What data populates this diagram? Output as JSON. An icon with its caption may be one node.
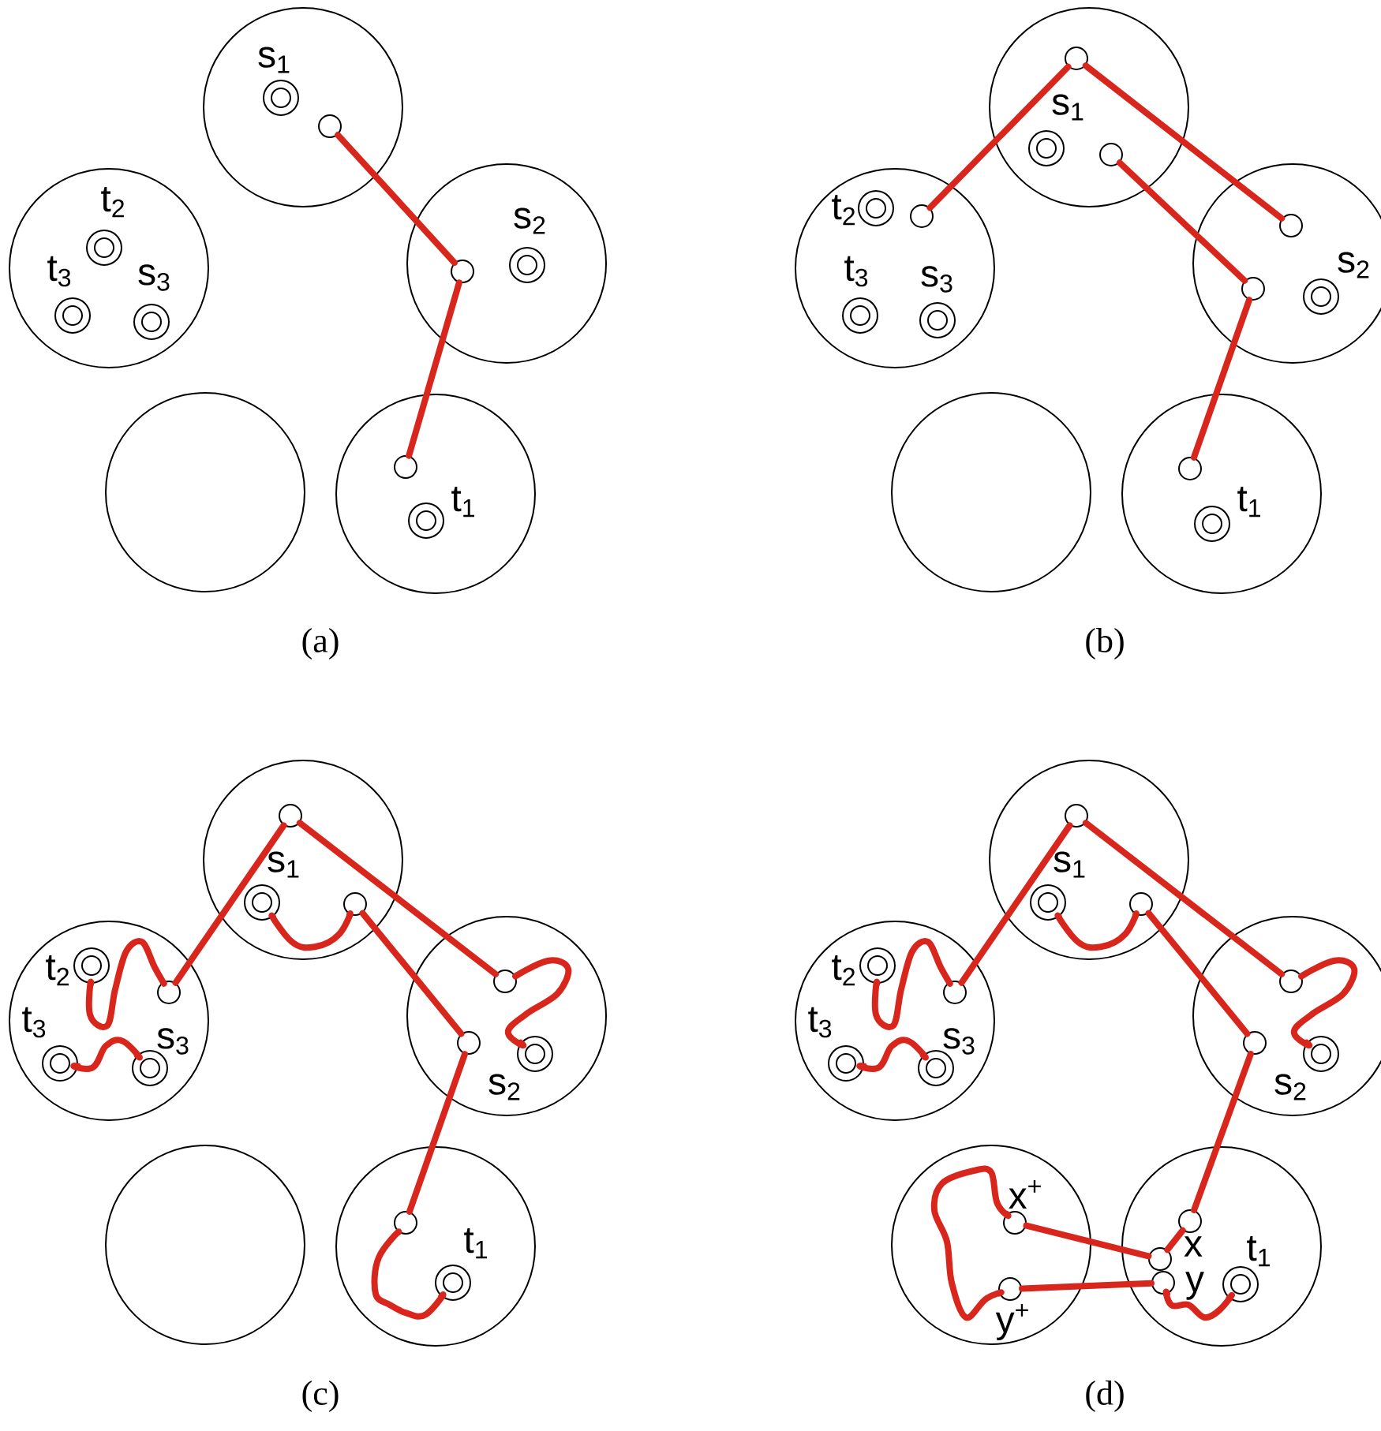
{
  "diagram": {
    "nodes": [
      {
        "text": [],
        "shape": "circle"
      },
      {
        "text": [],
        "shape": "circle"
      },
      {
        "text": [],
        "shape": "circle"
      },
      {
        "text": [],
        "shape": "circle"
      },
      {
        "text": [],
        "shape": "circle"
      },
      {
        "text": [
          "s$_{1}$"
        ],
        "in": 0
      },
      {
        "text": [],
        "shape": "circle",
        "in": 0
      },
      {
        "text": [
          "t$_{2}$"
        ],
        "in": 1
      },
      {
        "text": [
          "t$_{3}$"
        ],
        "in": 1
      },
      {
        "text": [
          "s$_{3}$"
        ],
        "in": 1
      },
      {
        "text": [],
        "shape": "circle",
        "in": 2
      },
      {
        "text": [
          "s$_{2}$"
        ],
        "in": 2
      },
      {
        "text": [],
        "shape": "circle",
        "in": 4
      },
      {
        "text": [
          "t$_{1}$"
        ],
        "in": 4
      },
      {
        "text": [],
        "shape": "circle"
      },
      {
        "text": [],
        "shape": "circle"
      },
      {
        "text": [],
        "shape": "circle"
      },
      {
        "text": [],
        "shape": "circle"
      },
      {
        "text": [],
        "shape": "circle"
      },
      {
        "text": [],
        "shape": "circle",
        "in": 14
      },
      {
        "text": [
          "s$_{1}$"
        ],
        "in": 14
      },
      {
        "text": [],
        "shape": "circle",
        "in": 14
      },
      {
        "text": [
          "t$_{2}$"
        ],
        "in": 15
      },
      {
        "text": [],
        "shape": "circle",
        "in": 15
      },
      {
        "text": [
          "t$_{3}$"
        ],
        "in": 15
      },
      {
        "text": [
          "s$_{3}$"
        ],
        "in": 15
      },
      {
        "text": [],
        "shape": "circle",
        "in": 16
      },
      {
        "text": [],
        "shape": "circle",
        "in": 16
      },
      {
        "text": [
          "s$_{2}$"
        ],
        "in": 16
      },
      {
        "text": [],
        "shape": "circle",
        "in": 18
      },
      {
        "text": [
          "t$_{1}$"
        ],
        "in": 18
      },
      {
        "text": [],
        "shape": "circle"
      },
      {
        "text": [],
        "shape": "circle"
      },
      {
        "text": [],
        "shape": "circle"
      },
      {
        "text": [],
        "shape": "circle"
      },
      {
        "text": [],
        "shape": "circle"
      },
      {
        "text": [],
        "shape": "circle",
        "in": 31
      },
      {
        "text": [
          "s$_{1}$"
        ],
        "in": 31
      },
      {
        "text": [],
        "shape": "circle",
        "in": 31
      },
      {
        "text": [
          "t$_{2}$"
        ],
        "in": 32
      },
      {
        "text": [],
        "shape": "circle",
        "in": 32
      },
      {
        "text": [
          "t$_{3}$"
        ],
        "in": 32
      },
      {
        "text": [
          "s$_{3}$"
        ],
        "in": 32
      },
      {
        "text": [],
        "shape": "circle",
        "in": 33
      },
      {
        "text": [],
        "shape": "circle",
        "in": 33
      },
      {
        "text": [
          "s$_{2}$"
        ],
        "in": 33
      },
      {
        "text": [],
        "shape": "circle",
        "in": 35
      },
      {
        "text": [
          "t$_{1}$"
        ],
        "in": 35
      },
      {
        "text": [],
        "shape": "circle"
      },
      {
        "text": [],
        "shape": "circle"
      },
      {
        "text": [],
        "shape": "circle"
      },
      {
        "text": [],
        "shape": "circle"
      },
      {
        "text": [],
        "shape": "circle"
      },
      {
        "text": [],
        "shape": "circle",
        "in": 48
      },
      {
        "text": [
          "s$_{1}$"
        ],
        "in": 48
      },
      {
        "text": [],
        "shape": "circle",
        "in": 48
      },
      {
        "text": [
          "t$_{2}$"
        ],
        "in": 49
      },
      {
        "text": [],
        "shape": "circle",
        "in": 49
      },
      {
        "text": [
          "t$_{3}$"
        ],
        "in": 49
      },
      {
        "text": [
          "s$_{3}$"
        ],
        "in": 49
      },
      {
        "text": [],
        "shape": "circle",
        "in": 50
      },
      {
        "text": [],
        "shape": "circle",
        "in": 50
      },
      {
        "text": [
          "s$_{2}$"
        ],
        "in": 50
      },
      {
        "text": [
          "x$^{+}$"
        ],
        "in": 51
      },
      {
        "text": [
          "y$^{+}$"
        ],
        "in": 51
      },
      {
        "text": [],
        "shape": "circle",
        "in": 52
      },
      {
        "text": [
          "x"
        ],
        "in": 52
      },
      {
        "text": [
          "y"
        ],
        "in": 52
      },
      {
        "text": [
          "t$_{1}$"
        ],
        "in": 52
      }
    ],
    "edges": [
      {
        "from": 6,
        "to": 10,
        "arrow": "none"
      },
      {
        "from": 10,
        "to": 12,
        "arrow": "none"
      },
      {
        "from": 19,
        "to": 23,
        "arrow": "none"
      },
      {
        "from": 19,
        "to": 26,
        "arrow": "none"
      },
      {
        "from": 21,
        "to": 27,
        "arrow": "none"
      },
      {
        "from": 27,
        "to": 29,
        "arrow": "none"
      },
      {
        "from": 36,
        "to": 40,
        "arrow": "none"
      },
      {
        "from": 36,
        "to": 43,
        "arrow": "none"
      },
      {
        "from": 38,
        "to": 44,
        "arrow": "none"
      },
      {
        "from": 44,
        "to": 46,
        "arrow": "none"
      },
      {
        "from": 37,
        "to": 38,
        "arrow": "none"
      },
      {
        "from": 39,
        "to": 40,
        "arrow": "none"
      },
      {
        "from": 41,
        "to": 42,
        "arrow": "none"
      },
      {
        "from": 43,
        "to": 45,
        "arrow": "none"
      },
      {
        "from": 46,
        "to": 47,
        "arrow": "none"
      },
      {
        "from": 53,
        "to": 57,
        "arrow": "none"
      },
      {
        "from": 53,
        "to": 60,
        "arrow": "none"
      },
      {
        "from": 55,
        "to": 61,
        "arrow": "none"
      },
      {
        "from": 61,
        "to": 65,
        "arrow": "none"
      },
      {
        "from": 65,
        "to": 66,
        "arrow": "none"
      },
      {
        "from": 63,
        "to": 66,
        "arrow": "none"
      },
      {
        "from": 64,
        "to": 67,
        "arrow": "none"
      },
      {
        "from": 54,
        "to": 55,
        "arrow": "none"
      },
      {
        "from": 56,
        "to": 57,
        "arrow": "none"
      },
      {
        "from": 58,
        "to": 59,
        "arrow": "none"
      },
      {
        "from": 60,
        "to": 62,
        "arrow": "none"
      },
      {
        "from": 63,
        "to": 64,
        "arrow": "none"
      },
      {
        "from": 67,
        "to": 68,
        "arrow": "none"
      }
    ],
    "labels": [
      "(a)",
      "(b)",
      "(c)",
      "(d)"
    ]
  }
}
